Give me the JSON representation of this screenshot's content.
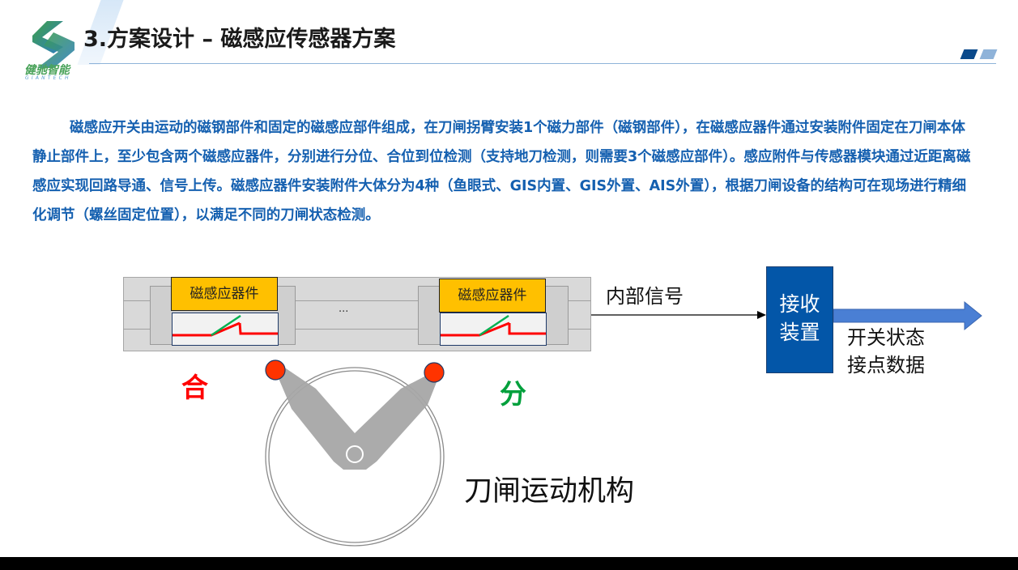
{
  "header": {
    "logo": {
      "icon": "giantech-s-logo",
      "name_cn": "健驰智能",
      "name_en": "GIANTECH"
    },
    "title": "3.方案设计 – 磁感应传感器方案",
    "accent_colors": {
      "title_rule": "#8fb4d9",
      "deco_dark": "#0b4a8b",
      "deco_light": "#8fb3d9"
    }
  },
  "body": {
    "paragraph": "磁感应开关由运动的磁钢部件和固定的磁感应部件组成，在刀闸拐臂安装1个磁力部件（磁钢部件），在磁感应器件通过安装附件固定在刀闸本体静止部件上，至少包含两个磁感应器件，分别进行分位、合位到位检测（支持地刀检测，则需要3个磁感应部件）。感应附件与传感器模块通过近距离磁感应实现回路导通、信号上传。磁感应器件安装附件大体分为4种（鱼眼式、GIS内置、GIS外置、AIS外置），根据刀闸设备的结构可在现场进行精细化调节（螺丝固定位置），以满足不同的刀闸状态检测。",
    "text_color": "#1560b0"
  },
  "diagram": {
    "sensors": [
      {
        "label": "磁感应器件"
      },
      {
        "label": "磁感应器件"
      }
    ],
    "ellipsis": "...",
    "signal_label": "内部信号",
    "receiver": {
      "line1": "接收",
      "line2": "装置",
      "color": "#0356a8"
    },
    "output": {
      "line1": "开关状态",
      "line2": "接点数据",
      "arrow_color": "#4a7fd4"
    },
    "states": {
      "close": {
        "label": "合",
        "color": "#ff0000"
      },
      "open": {
        "label": "分",
        "color": "#00a03c"
      }
    },
    "mechanism_label": "刀闸运动机构",
    "colors": {
      "sensor_fill": "#ffc000",
      "magnet_dot": "#ff3300",
      "arm": "#a6a6a6"
    }
  }
}
